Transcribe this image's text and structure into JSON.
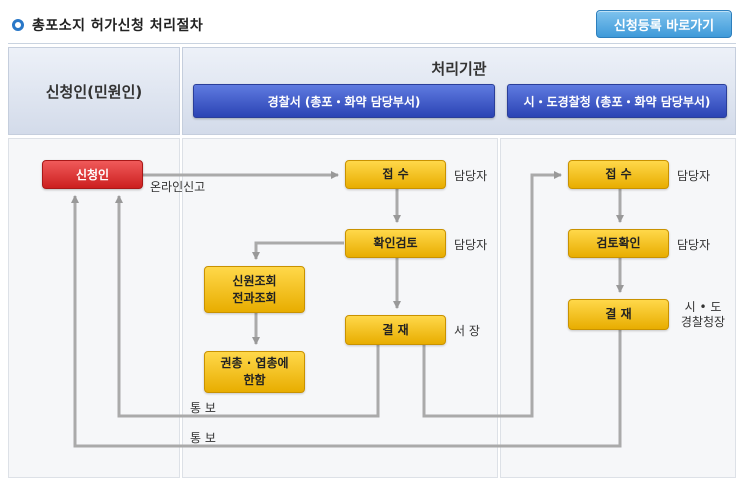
{
  "header": {
    "title": "총포소지 허가신청 처리절차",
    "register_button": "신청등록 바로가기"
  },
  "columns": {
    "applicant": "신청인(민원인)",
    "agency": "처리기관",
    "police_station": "경찰서 (총포・화약 담당부서)",
    "metro_police": "시・도경찰청 (총포・화약 담당부서)"
  },
  "flow": {
    "applicant_box": "신청인",
    "online_report": "온라인신고",
    "station_receive": "접 수",
    "station_receive_by": "담당자",
    "station_review": "확인검토",
    "station_review_by": "담당자",
    "inquiry_line1": "신원조회",
    "inquiry_line2": "전과조회",
    "notice_line1": "권총 · 엽총에",
    "notice_line2": "한함",
    "station_approve": "결 재",
    "station_approve_by": "서 장",
    "notify_1": "통 보",
    "notify_2": "통 보",
    "metro_receive": "접 수",
    "metro_receive_by": "담당자",
    "metro_review": "검토확인",
    "metro_review_by": "담당자",
    "metro_approve": "결 재",
    "metro_approve_by_line1": "시 • 도",
    "metro_approve_by_line2": "경찰청장"
  },
  "colors": {
    "arrow": "#999999",
    "applicant_box": "#dd3030",
    "process_box": "#f5c000",
    "agency_button": "#3a52c4"
  }
}
